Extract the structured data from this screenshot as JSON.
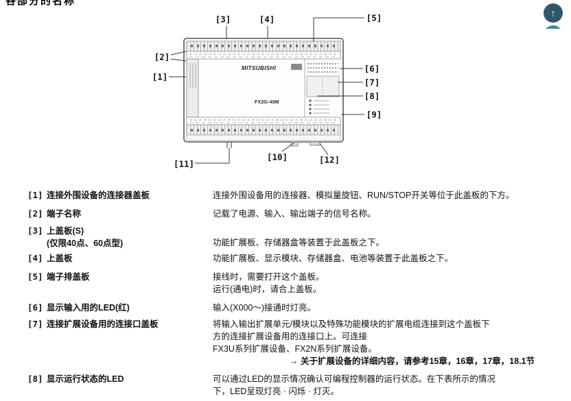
{
  "header": {
    "fragment": "各部分的名称"
  },
  "fab": {
    "up_icon": "↑",
    "top_color": "#30566a",
    "second_color": "#3d9183"
  },
  "diagram": {
    "brand": "MITSUBISHI",
    "model": "FX3G-40M",
    "callouts": {
      "c1": "[1]",
      "c2": "[2]",
      "c3": "[3]",
      "c4": "[4]",
      "c5": "[5]",
      "c6": "[6]",
      "c7": "[7]",
      "c8": "[8]",
      "c9": "[9]",
      "c10": "[10]",
      "c11": "[11]",
      "c12": "[12]"
    }
  },
  "parts": [
    {
      "ref": "[1]",
      "term": "连接外围设备的连接器盖板",
      "desc1": "连接外围设备用的连接器、模拟量旋钮、RUN/STOP开关等位于此盖板的下方。"
    },
    {
      "ref": "[2]",
      "term": "端子名称",
      "desc1": "记载了电源、输入、输出端子的信号名称。"
    },
    {
      "ref": "[3]",
      "term": "上盖板(S)",
      "term2": "(仅限40点、60点型)",
      "desc1": "功能扩展板、存储器盒等装置于此盖板之下。"
    },
    {
      "ref": "[4]",
      "term": "上盖板",
      "desc1": "功能扩展板、显示模块、存储器盒、电池等装置于此盖板之下。"
    },
    {
      "ref": "[5]",
      "term": "端子排盖板",
      "desc1": "接线时，需要打开这个盖板。",
      "desc2": "运行(通电)时，请合上盖板。"
    },
    {
      "ref": "[6]",
      "term": "显示输入用的LED(红)",
      "desc1": "输入(X000～)接通时灯亮。"
    },
    {
      "ref": "[7]",
      "term": "连接扩展设备用的连接口盖板",
      "desc1": "将输入输出扩展单元/模块以及特殊功能模块的扩展电缆连接到这个盖板下",
      "desc2": "方的连接扩展设备用的连接口上。可连接",
      "desc3": "FX3U系列扩展设备、FX2N系列扩展设备。",
      "note": "→ 关于扩展设备的详细内容，请参考15章，16章，17章，18.1节"
    },
    {
      "ref": "[8]",
      "term": "显示运行状态的LED",
      "desc1": "可以通过LED的显示情况确认可编程控制器的运行状态。在下表所示的情况",
      "desc2": "下，LED呈现灯亮 · 闪烁 · 灯灭。"
    }
  ]
}
